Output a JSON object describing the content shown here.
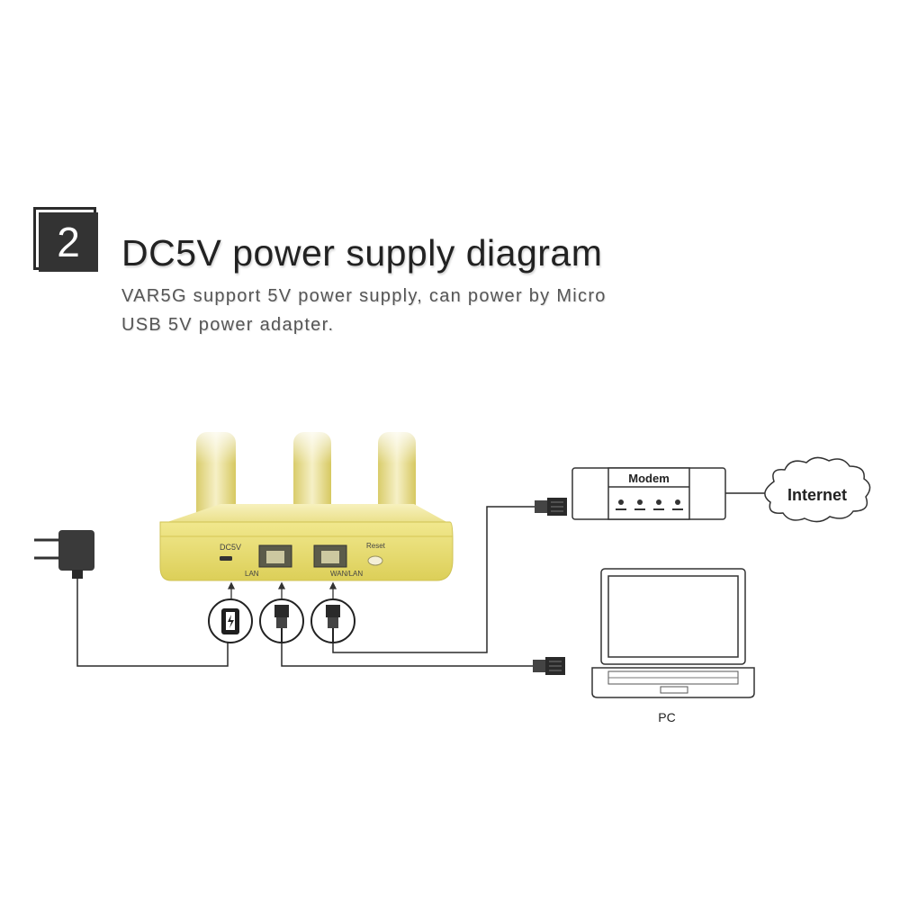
{
  "header": {
    "section_number": "2",
    "title": "DC5V power supply diagram",
    "description": "VAR5G support 5V power supply, can power by Micro USB 5V power adapter."
  },
  "router": {
    "port_dc": "DC5V",
    "port_lan": "LAN",
    "port_wan": "WAN/LAN",
    "button_reset": "Reset"
  },
  "modem": {
    "label": "Modem"
  },
  "internet": {
    "label": "Internet"
  },
  "pc": {
    "label": "PC"
  },
  "icons": [
    "power-adapter-icon",
    "micro-usb-plug-icon",
    "rj45-plug-icon",
    "modem-icon",
    "cloud-icon",
    "laptop-icon"
  ],
  "colors": {
    "router_body": "#e6d96a",
    "antenna": "#ece2a0",
    "line": "#2a2a2a"
  }
}
